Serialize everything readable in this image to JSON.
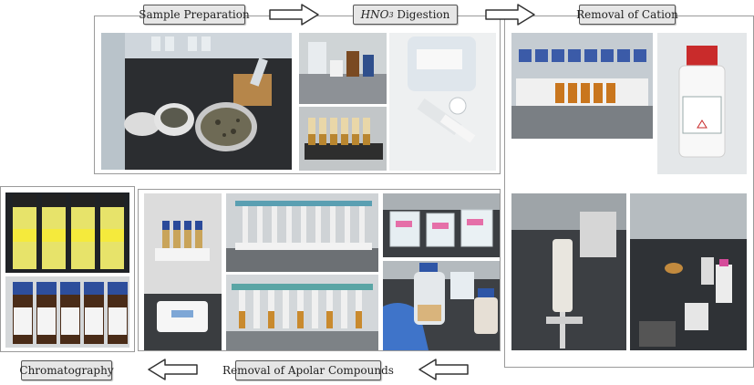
{
  "steps": {
    "sample_preparation": "Sample Preparation",
    "hno3_chem": "HNO",
    "hno3_sub": "3",
    "hno3_rest": " Digestion",
    "removal_of_cation": "Removal of Cation",
    "removal_of_apolar": "Removal of Apolar Compounds",
    "chromatography": "Chromatography"
  },
  "colors": {
    "frame": "#9a9a9a",
    "label_bg": "#e6e6e6",
    "arrow_fill": "#ffffff",
    "arrow_stroke": "#333333"
  },
  "icons": [
    "arrow-right-icon",
    "arrow-left-icon"
  ]
}
